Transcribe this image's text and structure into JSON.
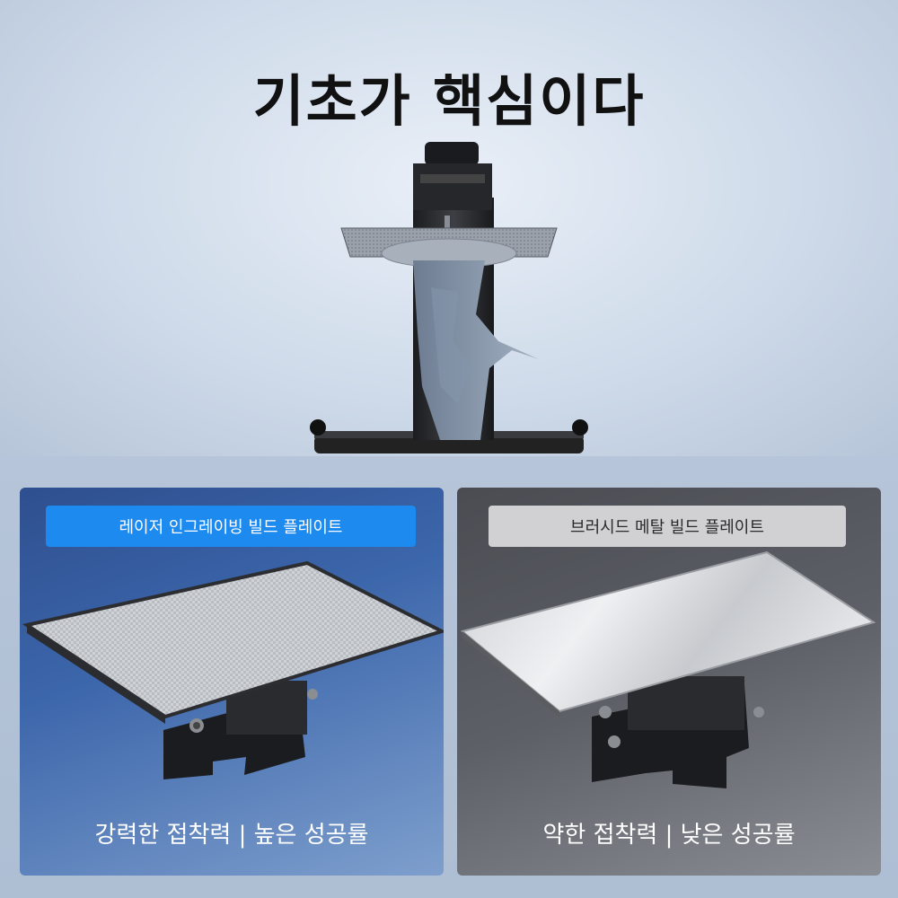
{
  "headline": "기초가 핵심이다",
  "left_panel": {
    "tag": "레이저 인그레이빙 빌드 플레이트",
    "caption": "강력한 접착력 | 높은 성공률"
  },
  "right_panel": {
    "tag": "브러시드 메탈 빌드 플레이트",
    "caption": "약한 접착력 | 낮은 성공률"
  },
  "colors": {
    "left_tag": "#1d8af0",
    "right_tag": "#d1d1d3",
    "left_panel": "#3c66ab",
    "right_panel": "#5d6067"
  }
}
